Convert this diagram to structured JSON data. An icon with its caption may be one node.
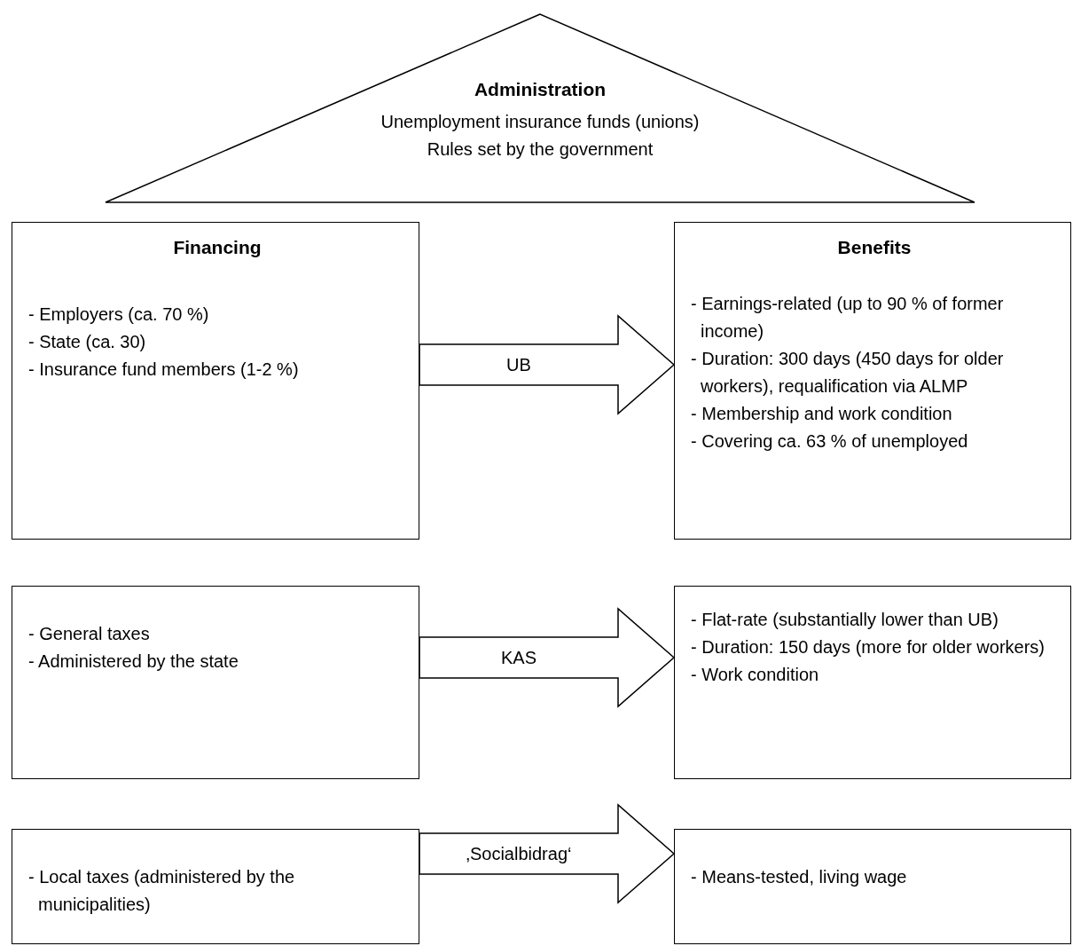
{
  "diagram": {
    "nodes": [
      {
        "text": [
          "Administration",
          "Unemployment insurance funds (unions)",
          "Rules set by the government"
        ]
      },
      {
        "text": [
          "Financing",
          "- Employers (ca. 70 %)",
          "- State (ca. 30)",
          "- Insurance fund members (1-2 %)"
        ]
      },
      {
        "text": [
          "Benefits",
          "- Earnings-related  (up to 90 % of former income)",
          "- Duration: 300 days (450 days for older workers), requalification via ALMP",
          "- Membership and work condition",
          "- Covering ca. 63 % of unemployed"
        ]
      },
      {
        "text": [
          "- General taxes",
          "- Administered by the state"
        ]
      },
      {
        "text": [
          "- Flat-rate (substantially lower than UB)",
          "- Duration: 150 days (more for older workers)",
          "- Work condition"
        ]
      },
      {
        "text": [
          "- Local taxes (administered by the municipalities)"
        ]
      },
      {
        "text": [
          "- Means-tested, living wage"
        ]
      }
    ],
    "edges": [
      {
        "from": 1,
        "to": 2,
        "arrow": "to",
        "label": "UB"
      },
      {
        "from": 3,
        "to": 4,
        "arrow": "to",
        "label": "KAS"
      },
      {
        "from": 5,
        "to": 6,
        "arrow": "to",
        "label": "‚Socialbidrag‘"
      }
    ]
  }
}
